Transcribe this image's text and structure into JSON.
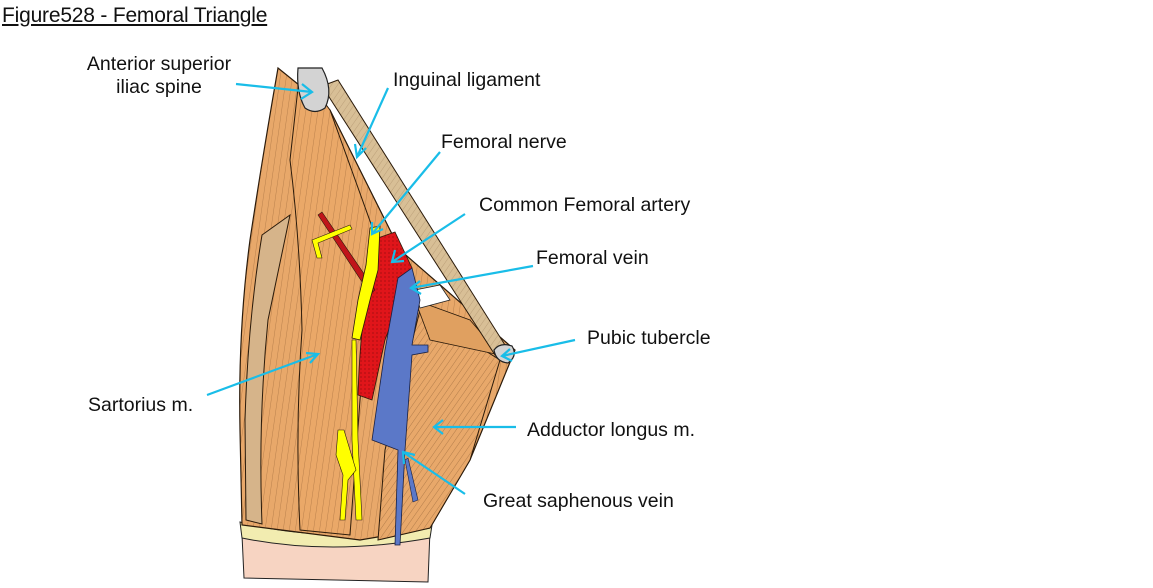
{
  "figure": {
    "title": "Figure528 - Femoral Triangle"
  },
  "labels": {
    "asis_line1": "Anterior superior",
    "asis_line2": "iliac spine",
    "inguinal_ligament": "Inguinal ligament",
    "femoral_nerve": "Femoral nerve",
    "common_femoral_artery": "Common Femoral artery",
    "femoral_vein": "Femoral vein",
    "pubic_tubercle": "Pubic tubercle",
    "sartorius": "Sartorius m.",
    "adductor_longus": "Adductor longus m.",
    "great_saphenous_vein": "Great saphenous vein"
  },
  "colors": {
    "leader_line": "#19bde8",
    "muscle": "#e8a86a",
    "muscle_light": "#d6b48a",
    "ligament": "#d8bf96",
    "bone": "#d3d3d3",
    "nerve": "#ffff00",
    "artery": "#e0151a",
    "vein": "#5b78c8",
    "skin": "#f7d4c2",
    "fascia": "#f2ecb0"
  }
}
